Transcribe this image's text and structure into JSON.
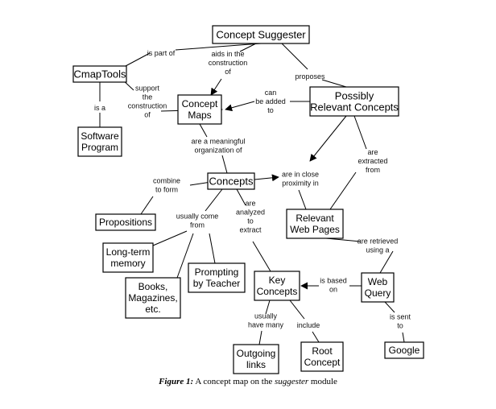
{
  "nodes": [
    {
      "id": "concept-suggester",
      "lines": [
        "Concept Suggester"
      ]
    },
    {
      "id": "cmaptools",
      "lines": [
        "CmapTools"
      ]
    },
    {
      "id": "concept-maps",
      "lines": [
        "Concept",
        "Maps"
      ]
    },
    {
      "id": "possibly-relevant-concepts",
      "lines": [
        "Possibly",
        "Relevant Concepts"
      ]
    },
    {
      "id": "software-program",
      "lines": [
        "Software",
        "Program"
      ]
    },
    {
      "id": "concepts",
      "lines": [
        "Concepts"
      ]
    },
    {
      "id": "propositions",
      "lines": [
        "Propositions"
      ]
    },
    {
      "id": "relevant-web-pages",
      "lines": [
        "Relevant",
        "Web Pages"
      ]
    },
    {
      "id": "long-term-memory",
      "lines": [
        "Long-term",
        "memory"
      ]
    },
    {
      "id": "prompting-by-teacher",
      "lines": [
        "Prompting",
        "by Teacher"
      ]
    },
    {
      "id": "books-magazines",
      "lines": [
        "Books,",
        "Magazines,",
        "etc."
      ]
    },
    {
      "id": "key-concepts",
      "lines": [
        "Key",
        "Concepts"
      ]
    },
    {
      "id": "web-query",
      "lines": [
        "Web",
        "Query"
      ]
    },
    {
      "id": "outgoing-links",
      "lines": [
        "Outgoing",
        "links"
      ]
    },
    {
      "id": "root-concept",
      "lines": [
        "Root",
        "Concept"
      ]
    },
    {
      "id": "google",
      "lines": [
        "Google"
      ]
    }
  ],
  "links": [
    {
      "id": "is-part-of",
      "lines": [
        "is part of"
      ]
    },
    {
      "id": "aids-construction",
      "lines": [
        "aids in the",
        "construction",
        "of"
      ]
    },
    {
      "id": "proposes",
      "lines": [
        "proposes"
      ]
    },
    {
      "id": "is-a",
      "lines": [
        "is a"
      ]
    },
    {
      "id": "support-construction",
      "lines": [
        "support",
        "the",
        "construction",
        "of"
      ]
    },
    {
      "id": "can-be-added-to",
      "lines": [
        "can",
        "be added",
        "to"
      ]
    },
    {
      "id": "meaningful-organization",
      "lines": [
        "are a meaningful",
        "organization of"
      ]
    },
    {
      "id": "are-extracted-from",
      "lines": [
        "are",
        "extracted",
        "from"
      ]
    },
    {
      "id": "combine-to-form",
      "lines": [
        "combine",
        "to form"
      ]
    },
    {
      "id": "close-proximity",
      "lines": [
        "are in close",
        "proximity in"
      ]
    },
    {
      "id": "usually-come-from",
      "lines": [
        "usually come",
        "from"
      ]
    },
    {
      "id": "analyzed-to-extract",
      "lines": [
        "are",
        "analyzed",
        "to",
        "extract"
      ]
    },
    {
      "id": "retrieved-using",
      "lines": [
        "are retrieved",
        "using a"
      ]
    },
    {
      "id": "is-based-on",
      "lines": [
        "is based",
        "on"
      ]
    },
    {
      "id": "usually-have-many",
      "lines": [
        "usually",
        "have  many"
      ]
    },
    {
      "id": "include",
      "lines": [
        "include"
      ]
    },
    {
      "id": "is-sent-to",
      "lines": [
        "is sent",
        "to"
      ]
    }
  ],
  "caption": {
    "figure_label": "Figure 1",
    "text_before": ": A concept map on the ",
    "emphasis": "suggester",
    "text_after": " module"
  }
}
